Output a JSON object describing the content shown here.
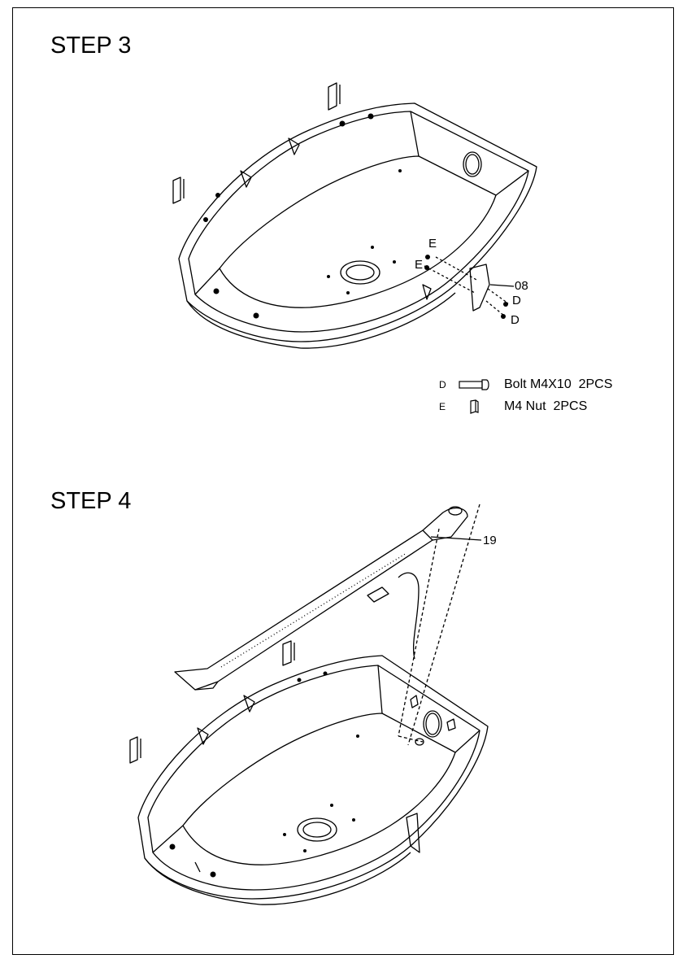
{
  "step3": {
    "title": "STEP 3",
    "callouts": {
      "e_upper": "E",
      "e_lower": "E",
      "part_08": "08",
      "d_upper": "D",
      "d_lower": "D"
    },
    "legend": [
      {
        "key": "D",
        "icon": "bolt-icon",
        "text": "Bolt M4X10  2PCS"
      },
      {
        "key": "E",
        "icon": "nut-icon",
        "text": "M4 Nut  2PCS"
      }
    ]
  },
  "step4": {
    "title": "STEP 4",
    "callouts": {
      "part_19": "19"
    }
  }
}
